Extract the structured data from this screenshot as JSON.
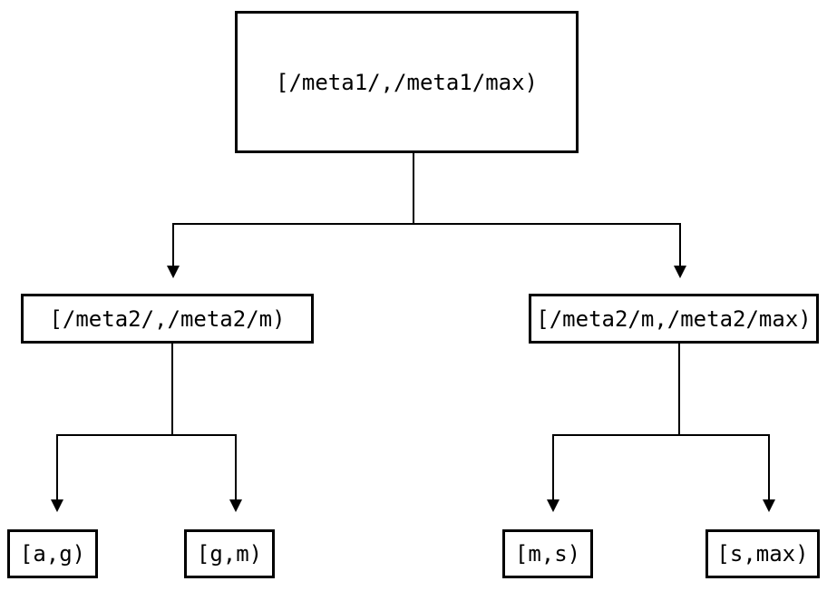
{
  "diagram": {
    "kind": "interval-partition-tree",
    "colors": {
      "line": "#000000",
      "box_border": "#000000",
      "text": "#000000",
      "background": "#ffffff"
    },
    "tree": {
      "label": "[/meta1/,/meta1/max)",
      "children": [
        {
          "label": "[/meta2/,/meta2/m)",
          "children": [
            {
              "label": "[a,g)"
            },
            {
              "label": "[g,m)"
            }
          ]
        },
        {
          "label": "[/meta2/m,/meta2/max)",
          "children": [
            {
              "label": "[m,s)"
            },
            {
              "label": "[s,max)"
            }
          ]
        }
      ]
    }
  }
}
